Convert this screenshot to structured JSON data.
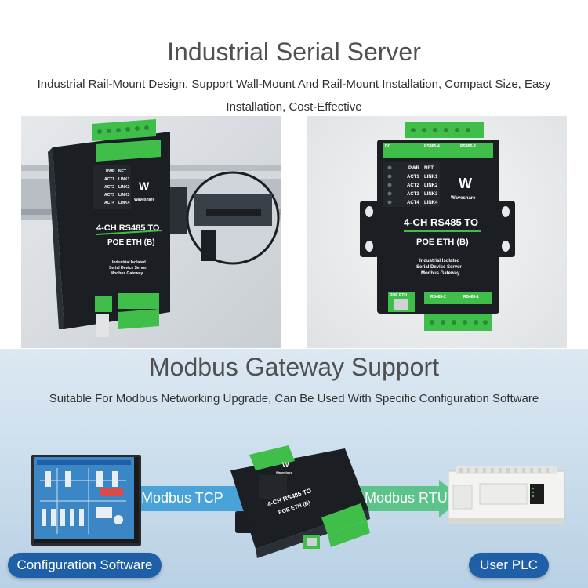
{
  "section1": {
    "title": "Industrial Serial Server",
    "subtitle_line1": "Industrial Rail-Mount Design, Support Wall-Mount And Rail-Mount Installation, Compact Size, Easy",
    "subtitle_line2": "Installation, Cost-Effective"
  },
  "device": {
    "line1": "4-CH RS485 TO",
    "line2": "POE ETH (B)",
    "desc1": "Industrial Isolated",
    "desc2": "Serial Device Server",
    "desc3": "Modbus Gateway",
    "brand": "Waveshare",
    "leds": [
      "PWR",
      "NET",
      "ACT1",
      "LINK1",
      "ACT2",
      "LINK2",
      "ACT3",
      "LINK3",
      "ACT4",
      "LINK4"
    ],
    "port_poe": "POE ETH",
    "port_485_2": "RS485-2",
    "port_485_1": "RS485-1",
    "port_485_3": "RS485-3",
    "port_485_4": "RS485-4",
    "port_dc": "DC",
    "side_text": "RS485 TO"
  },
  "section2": {
    "title": "Modbus Gateway Support",
    "subtitle": "Suitable For Modbus Networking Upgrade, Can Be Used With Specific Configuration Software",
    "tcp_label": "Modbus TCP",
    "rtu_label": "Modbus RTU",
    "config_label": "Configuration Software",
    "plc_label": "User PLC"
  },
  "colors": {
    "tcp_arrow": "#4aa3d8",
    "rtu_arrow": "#5cc38a",
    "pill_blue": "#1f5fa8",
    "terminal_green": "#3fbf4a",
    "device_body": "#1b1e22"
  }
}
